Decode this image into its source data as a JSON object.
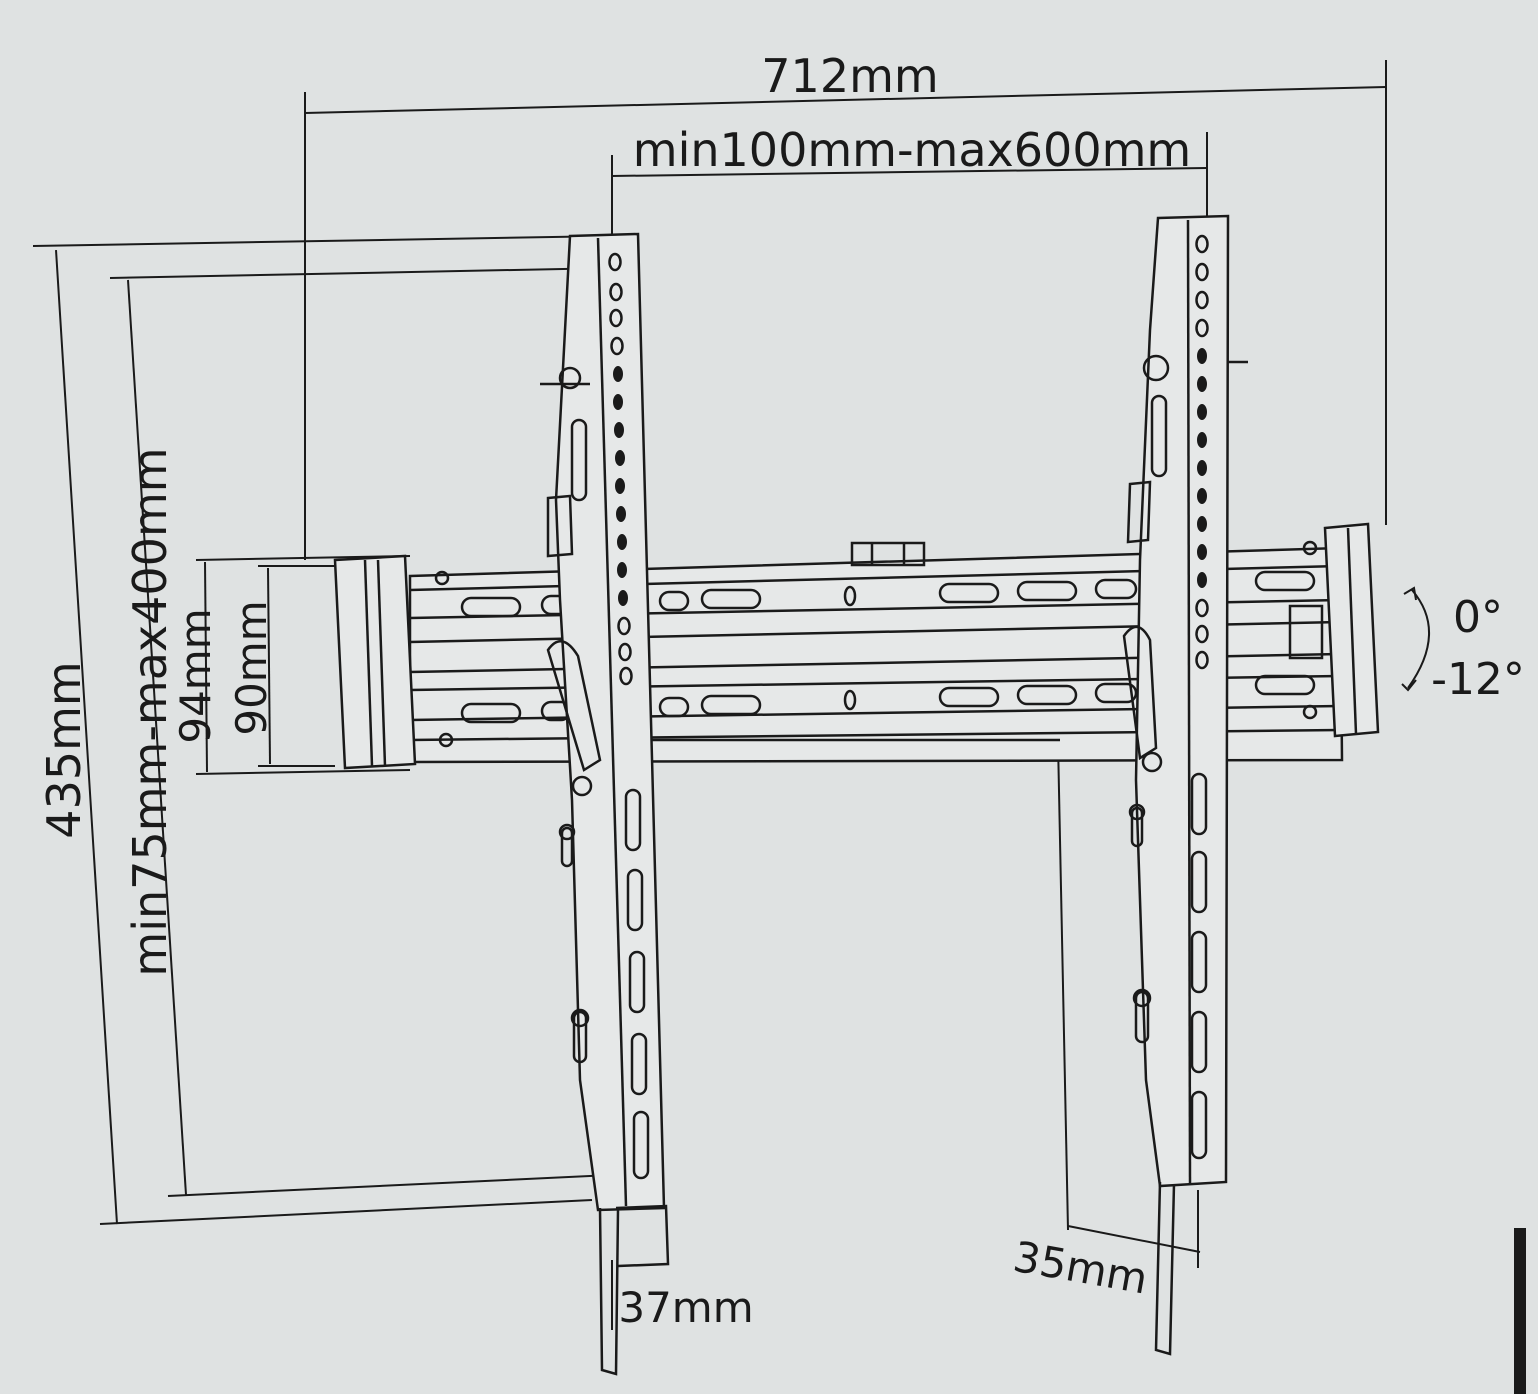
{
  "dimensions": {
    "overall_width": "712mm",
    "vesa_horizontal": "min100mm-max600mm",
    "overall_height": "435mm",
    "vesa_vertical": "min75mm-max400mm",
    "rail_height_outer": "94mm",
    "rail_height_inner": "90mm",
    "depth_left": "37mm",
    "depth_right": "35mm"
  },
  "tilt": {
    "top": "0°",
    "bottom": "-12°"
  },
  "colors": {
    "background": "#dfe2e2",
    "line": "#1a1a1a",
    "fill": "#e6e8e8"
  }
}
